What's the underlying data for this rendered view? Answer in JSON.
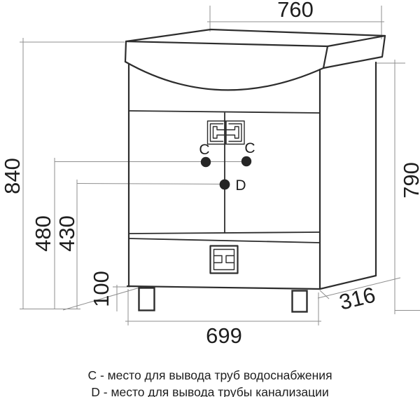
{
  "drawing": {
    "dimensions": {
      "counter_width": "760",
      "total_height": "840",
      "side_height": "790",
      "c_holes_height": "480",
      "d_hole_height": "430",
      "feet_height": "100",
      "cabinet_width": "699",
      "depth": "316"
    },
    "labels": {
      "c_left": "C",
      "c_right": "C",
      "d": "D"
    },
    "legend": {
      "line1": "C - место для вывода труб водоснабжения",
      "line2": "D - место для вывода трубы канализации"
    },
    "colors": {
      "background": "#ffffff",
      "object_line": "#2d2d2d",
      "dimension_line": "#8f8f8f",
      "text": "#1e1e1e"
    }
  }
}
